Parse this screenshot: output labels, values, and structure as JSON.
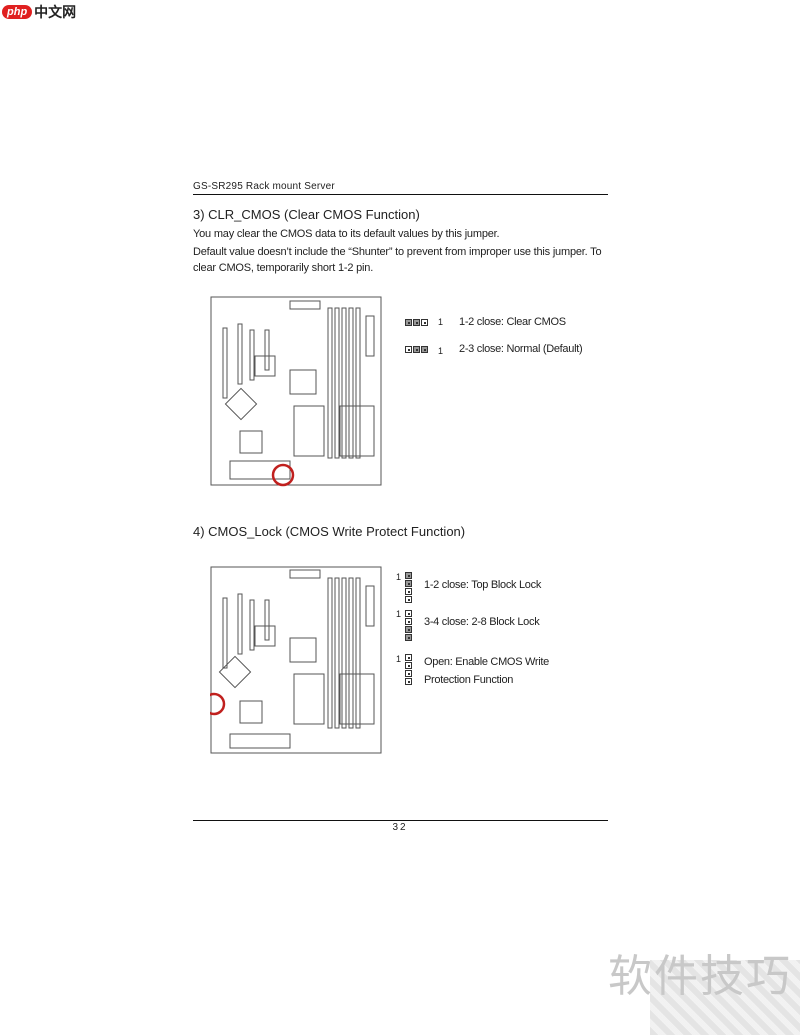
{
  "logo": {
    "badge": "php",
    "text": "中文网"
  },
  "header": "GS-SR295 Rack mount Server",
  "section3": {
    "title": "3) CLR_CMOS (Clear CMOS Function)",
    "para1": "You may clear the CMOS data to its default values by this jumper.",
    "para2": "Default value doesn’t include the “Shunter” to prevent from improper use this jumper. To clear CMOS, temporarily short 1-2 pin.",
    "options": [
      {
        "pin": "1",
        "label": "1-2 close: Clear CMOS"
      },
      {
        "pin": "1",
        "label": "2-3 close: Normal (Default)"
      }
    ]
  },
  "section4": {
    "title": "4) CMOS_Lock (CMOS Write Protect Function)",
    "options": [
      {
        "pin": "1",
        "label": "1-2 close: Top Block Lock"
      },
      {
        "pin": "1",
        "label": "3-4 close: 2-8 Block Lock"
      },
      {
        "pin": "1",
        "label": "Open: Enable CMOS Write Protection Function"
      }
    ]
  },
  "page_number": "32",
  "watermark": "软件技巧",
  "colors": {
    "highlight": "#c0201e"
  }
}
